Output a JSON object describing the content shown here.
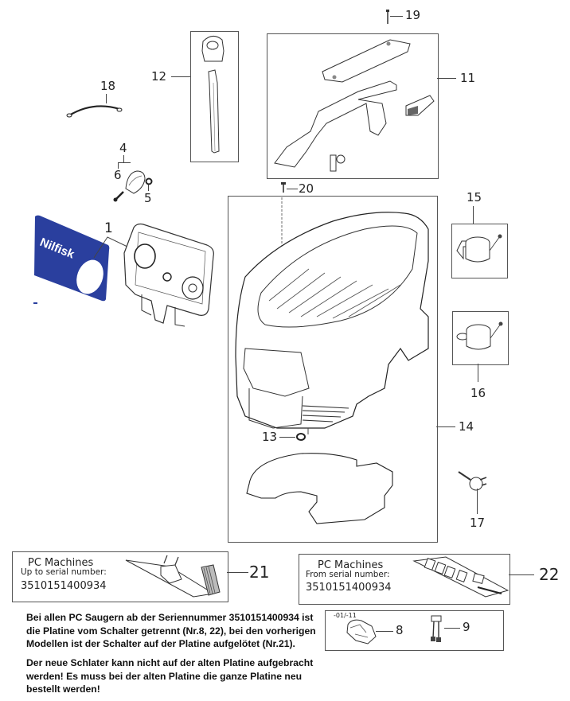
{
  "diagram": {
    "brand_label": "Nilfisk",
    "brand_color": "#2a3f9e",
    "part_numbers": {
      "p1": "1",
      "p4": "4",
      "p5": "5",
      "p6": "6",
      "p8": "8",
      "p9": "9",
      "p11": "11",
      "p12": "12",
      "p13": "13",
      "p14": "14",
      "p15": "15",
      "p16": "16",
      "p17": "17",
      "p18": "18",
      "p19": "19",
      "p20": "20",
      "p21": "21",
      "p22": "22"
    },
    "variant_label": "-01/-11",
    "pc_boxes": [
      {
        "title": "PC Machines",
        "subtitle": "Up to serial number:",
        "serial": "3510151400934",
        "part": "21"
      },
      {
        "title": "PC Machines",
        "subtitle": "From serial number:",
        "serial": "3510151400934",
        "part": "22"
      }
    ],
    "notes": [
      "Bei allen PC Saugern ab der Seriennummer 3510151400934 ist die Platine vom Schalter getrennt (Nr.8, 22), bei den vorherigen Modellen ist der Schalter auf der Platine aufgelötet (Nr.21).",
      "Der neue Schlater kann nicht auf der alten Platine aufgebracht werden! Es muss bei der alten Platine die ganze Platine neu bestellt werden!"
    ]
  }
}
